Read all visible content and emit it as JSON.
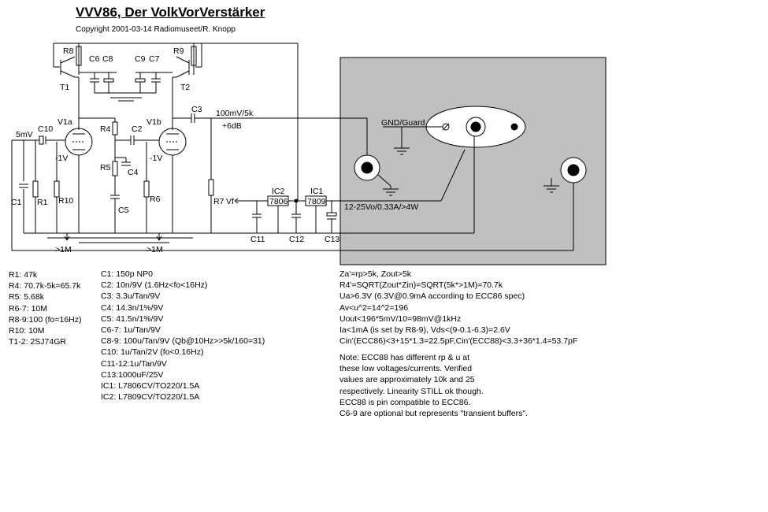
{
  "title": "VVV86, Der VolkVorVerstärker",
  "copyright": "Copyright 2001-03-14 Radiomuseet/R. Knopp",
  "schematic": {
    "labels": {
      "r8": "R8",
      "r9": "R9",
      "c6": "C6",
      "c8": "C8",
      "c9": "C9",
      "c7": "C7",
      "t1": "T1",
      "t2": "T2",
      "c3": "C3",
      "sig_out": "100mV/5k",
      "gain": "+6dB",
      "v1a": "V1a",
      "v1b": "V1b",
      "r4": "R4",
      "c2": "C2",
      "sig_in": "5mV",
      "c10": "C10",
      "bias_a": "-1V",
      "bias_b": "-1V",
      "r5": "R5",
      "c4": "C4",
      "c1": "C1",
      "r1": "R1",
      "r10": "R10",
      "c5": "C5",
      "r6": "R6",
      "r7": "R7",
      "vf": "Vf",
      "ic2": "IC2",
      "ic2_part": "7806",
      "ic1": "IC1",
      "ic1_part": "7809",
      "supply": "12-25Vo/0.33A/>4W",
      "c11": "C11",
      "c12": "C12",
      "c13": "C13",
      "in_a": ">1M",
      "in_b": ">1M",
      "gnd_guard": "GND/Guard"
    }
  },
  "parts_list": [
    "R1: 47k",
    "R4: 70.7k-5k=65.7k",
    "R5: 5.68k",
    "R6-7: 10M",
    "R8-9:100 (fo=16Hz)",
    "R10: 10M",
    "T1-2: 2SJ74GR"
  ],
  "caps_list": [
    "C1: 150p NP0",
    "C2: 10n/9V (1.6Hz<fo<16Hz)",
    "C3: 3.3u/Tan/9V",
    "C4: 14.3n/1%/9V",
    "C5: 41.5n/1%/9V",
    "C6-7: 1u/Tan/9V",
    "C8-9: 100u/Tan/9V (Qb@10Hz>>5k/160=31)",
    "C10: 1u/Tan/2V (fo<0.16Hz)",
    "C11-12:1u/Tan/9V",
    "C13:1000uF/25V",
    "IC1: L7806CV/TO220/1.5A",
    "IC2: L7809CV/TO220/1.5A"
  ],
  "calc_list": [
    "Za'=rp>5k, Zout>5k",
    "R4'=SQRT(Zout*Zin)=SQRT(5k*>1M)=70.7k",
    "Ua>6.3V (6.3V@0.9mA according to ECC86 spec)",
    "Av<u^2=14^2=196",
    "Uout<196*5mV/10=98mV@1kHz",
    "Ia<1mA (is set by R8-9), Vds<(9-0.1-6.3)=2.6V",
    "Cin'(ECC86)<3+15*1.3=22.5pF,Cin'(ECC88)<3.3+36*1.4=53.7pF"
  ],
  "note_list": [
    "Note: ECC88 has different rp & u at",
    "these low voltages/currents. Verified",
    "values are approximately 10k and 25",
    "respectively. Linearity STILL ok though.",
    "ECC88 is pin compatible to ECC86.",
    "C6-9 are optional but represents \"transient buffers\"."
  ],
  "colors": {
    "panel": "#c0c0c0",
    "line": "#000000",
    "background": "#ffffff"
  }
}
